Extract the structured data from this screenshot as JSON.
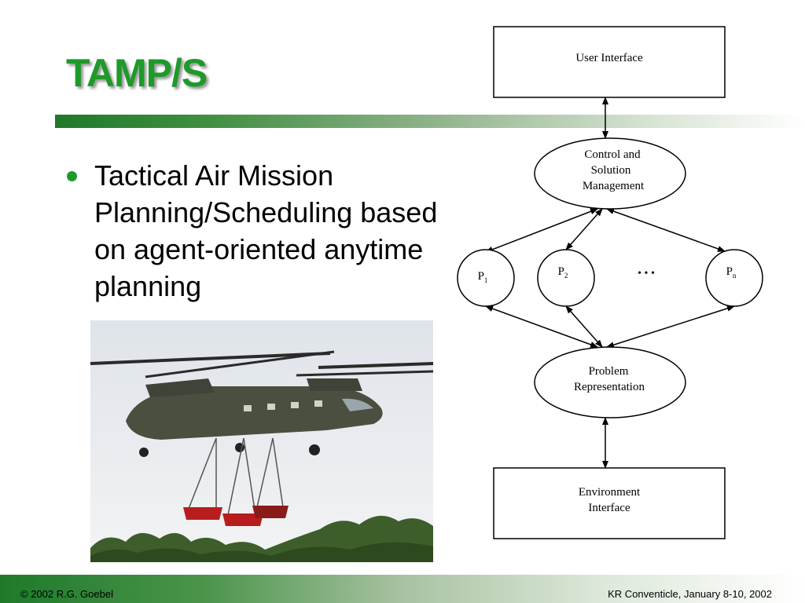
{
  "slide": {
    "title": "TAMP/S",
    "bullet": "Tactical Air Mission Planning/Scheduling based on agent-oriented anytime planning"
  },
  "diagram": {
    "user_interface": "User Interface",
    "control_line1": "Control and",
    "control_line2": "Solution",
    "control_line3": "Management",
    "p1_base": "P",
    "p1_sub": "1",
    "p2_base": "P",
    "p2_sub": "2",
    "ellipsis": "• • •",
    "pn_base": "P",
    "pn_sub": "n",
    "problem_line1": "Problem",
    "problem_line2": "Representation",
    "env_line1": "Environment",
    "env_line2": "Interface"
  },
  "footer": {
    "left": "© 2002 R.G. Goebel",
    "right": "KR Conventicle, January 8-10, 2002"
  },
  "colors": {
    "title_green": "#1e9a2a",
    "bar_green": "#1e7a2a"
  },
  "image": {
    "subject": "helicopter-photo"
  }
}
